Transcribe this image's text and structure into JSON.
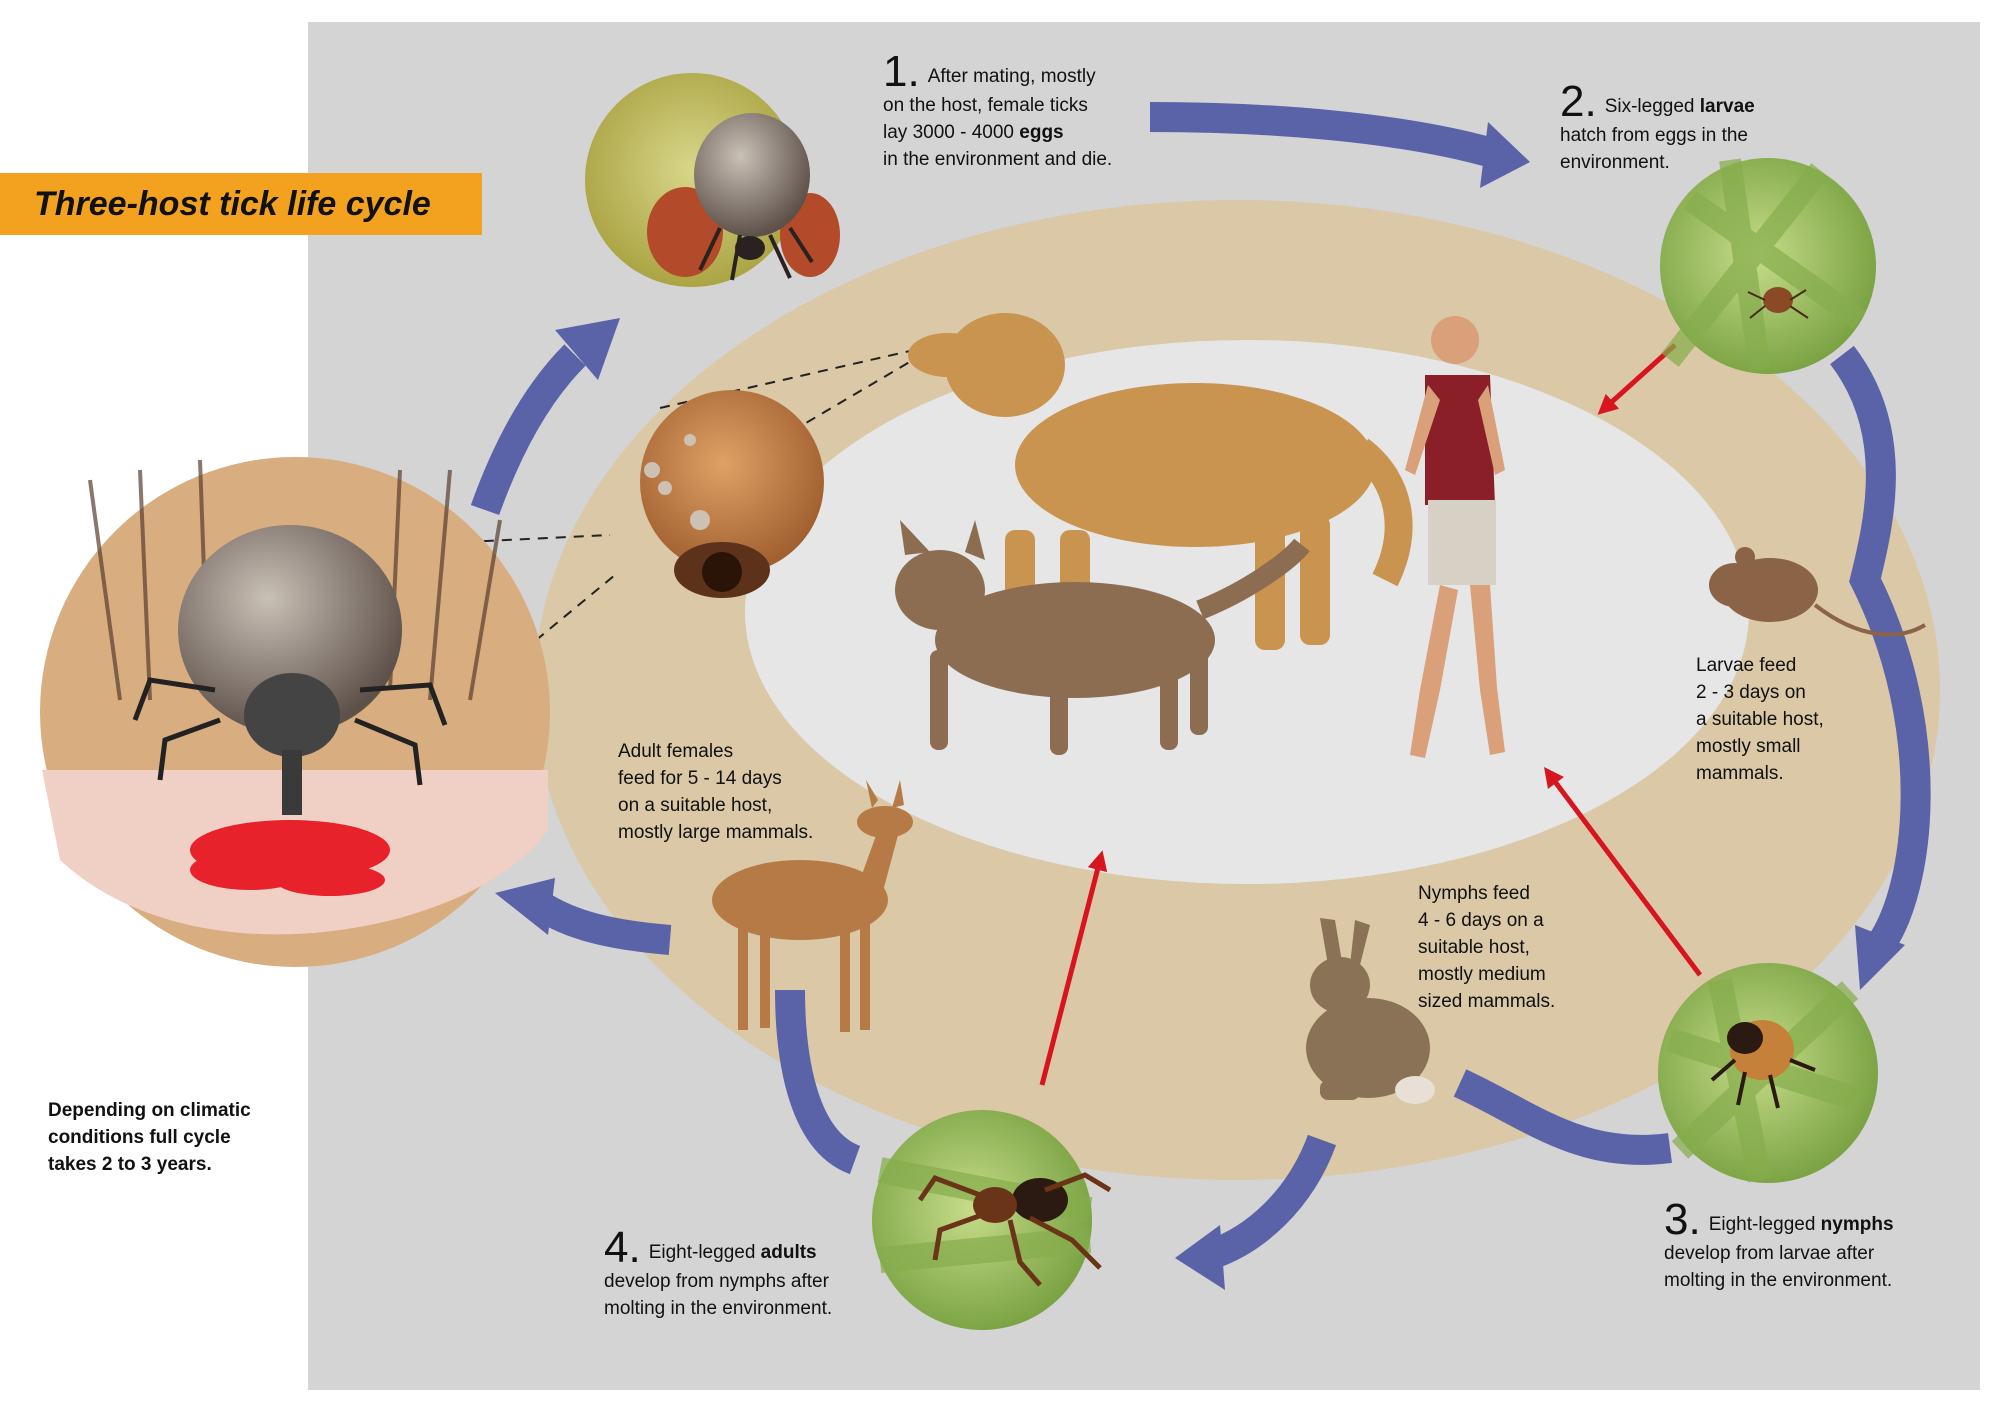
{
  "title": "Three-host tick life cycle",
  "note": [
    "Depending on climatic",
    "conditions full cycle",
    "takes 2 to 3 years."
  ],
  "steps": {
    "s1": {
      "number": "1.",
      "lines": [
        "After mating, mostly",
        "on the host, female ticks",
        "lay 3000 - 4000 ",
        "in the environment and die."
      ],
      "bold": "eggs"
    },
    "s2": {
      "number": "2.",
      "lines": [
        "Six-legged ",
        "hatch from eggs in the",
        "environment."
      ],
      "bold": "larvae"
    },
    "s3": {
      "number": "3.",
      "lines": [
        "Eight-legged ",
        "develop from larvae after",
        "molting in the environment."
      ],
      "bold": "nymphs"
    },
    "s4": {
      "number": "4.",
      "lines": [
        "Eight-legged ",
        "develop from nymphs after",
        "molting in the environment."
      ],
      "bold": "adults"
    }
  },
  "feeding": {
    "larvae": [
      "Larvae feed",
      "2 - 3 days on",
      "a suitable host,",
      "mostly small",
      "mammals."
    ],
    "nymphs": [
      "Nymphs feed",
      "4 - 6 days on a",
      "suitable host,",
      "mostly medium",
      "sized mammals."
    ],
    "adults": [
      "Adult females",
      "feed for 5 - 14 days",
      "on a suitable host,",
      "mostly large mammals."
    ]
  },
  "colors": {
    "accent": "#f2a21e",
    "panel": "#d4d4d4",
    "ring": "#dac8a6",
    "center": "#e6e6e6",
    "cycle_arrow": "#5a62a8",
    "host_arrow": "#d8151f"
  },
  "icons": [
    "tick-eggs-illustration",
    "larva-on-grass-illustration",
    "nymph-on-grass-illustration",
    "adult-tick-on-grass-illustration",
    "tick-feeding-on-skin-illustration",
    "tick-on-dog-eye-closeup",
    "dog-illustration",
    "cat-illustration",
    "human-illustration",
    "mouse-illustration",
    "hare-illustration",
    "deer-illustration"
  ]
}
